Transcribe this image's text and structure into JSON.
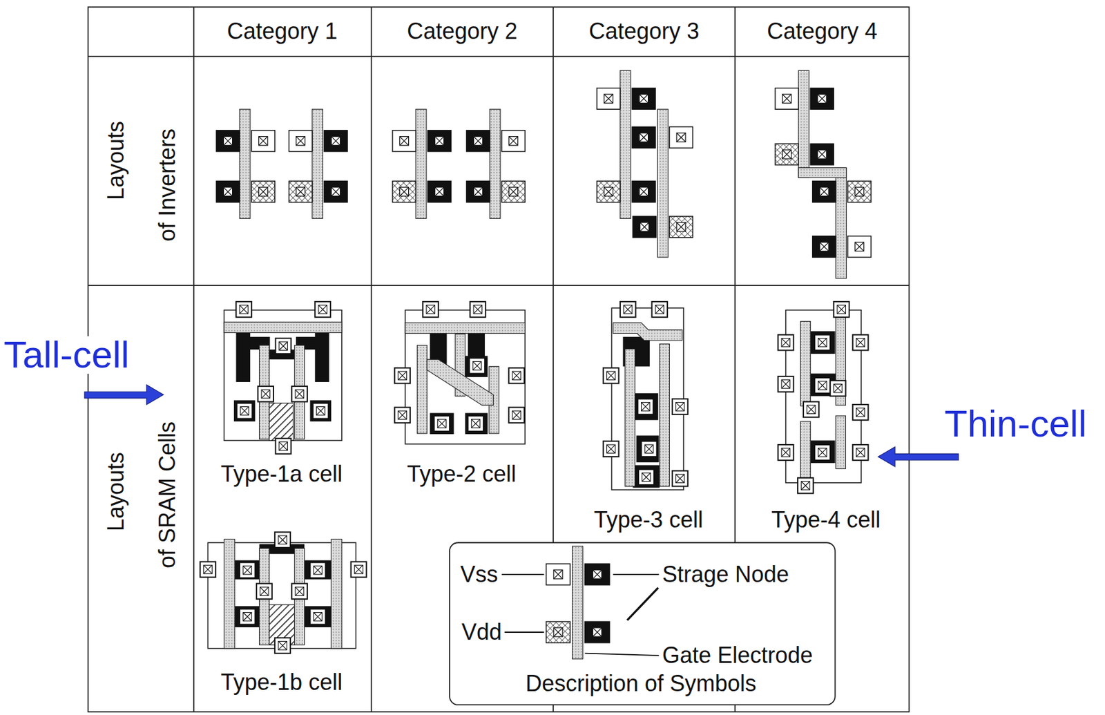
{
  "diagram": {
    "labels": [
      "Category 1",
      "Category 2",
      "Category 3",
      "Category 4",
      "Layouts",
      "of Inverters",
      "Layouts",
      "of SRAM Cells",
      "Tall-cell",
      "Type-1a cell",
      "Type-2 cell",
      "Type-3 cell",
      "Type-4 cell",
      "Thin-cell",
      "Type-1b cell",
      "Description of Symbols"
    ],
    "legend": [
      {
        "text": "Vss"
      },
      {
        "text": "Vdd"
      },
      {
        "text": "Strage Node"
      },
      {
        "text": "Gate Electrode"
      }
    ]
  }
}
